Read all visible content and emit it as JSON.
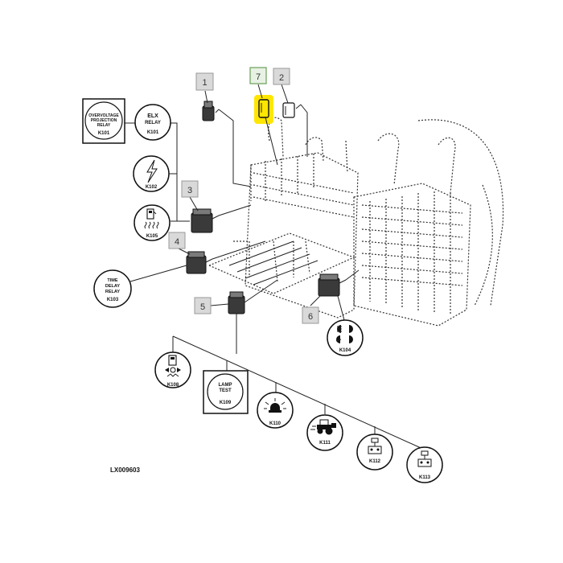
{
  "drawing_id": "LX009603",
  "highlight_color": "#ffe600",
  "callouts": [
    {
      "num": "1",
      "highlighted": false
    },
    {
      "num": "2",
      "highlighted": false
    },
    {
      "num": "3",
      "highlighted": false
    },
    {
      "num": "4",
      "highlighted": false
    },
    {
      "num": "5",
      "highlighted": false
    },
    {
      "num": "6",
      "highlighted": false
    },
    {
      "num": "7",
      "highlighted": true
    }
  ],
  "symbols": {
    "k101_box": {
      "line1": "OVERVOLTAGE",
      "line2": "PROJECTION",
      "line3": "RELAY",
      "code": "K101"
    },
    "k101_circle": {
      "line1": "ELX",
      "line2": "RELAY",
      "code": "K101"
    },
    "k102": {
      "code": "K102",
      "icon": "lightning-icon"
    },
    "k105": {
      "code": "K105",
      "icon": "fuel-heater-icon"
    },
    "k103": {
      "line1": "TIME",
      "line2": "DELAY",
      "line3": "RELAY",
      "code": "K103"
    },
    "k104": {
      "code": "K104",
      "icon": "headlamp-icon"
    },
    "k108": {
      "code": "K108",
      "icon": "fuel-pump-icon"
    },
    "k109": {
      "line1": "LAMP",
      "line2": "TEST",
      "code": "K109"
    },
    "k110": {
      "code": "K110",
      "icon": "beacon-icon"
    },
    "k111": {
      "code": "K111",
      "icon": "tractor-icon"
    },
    "k112": {
      "code": "K112",
      "icon": "hitch-icon"
    },
    "k113": {
      "code": "K113",
      "icon": "hitch-icon"
    }
  }
}
